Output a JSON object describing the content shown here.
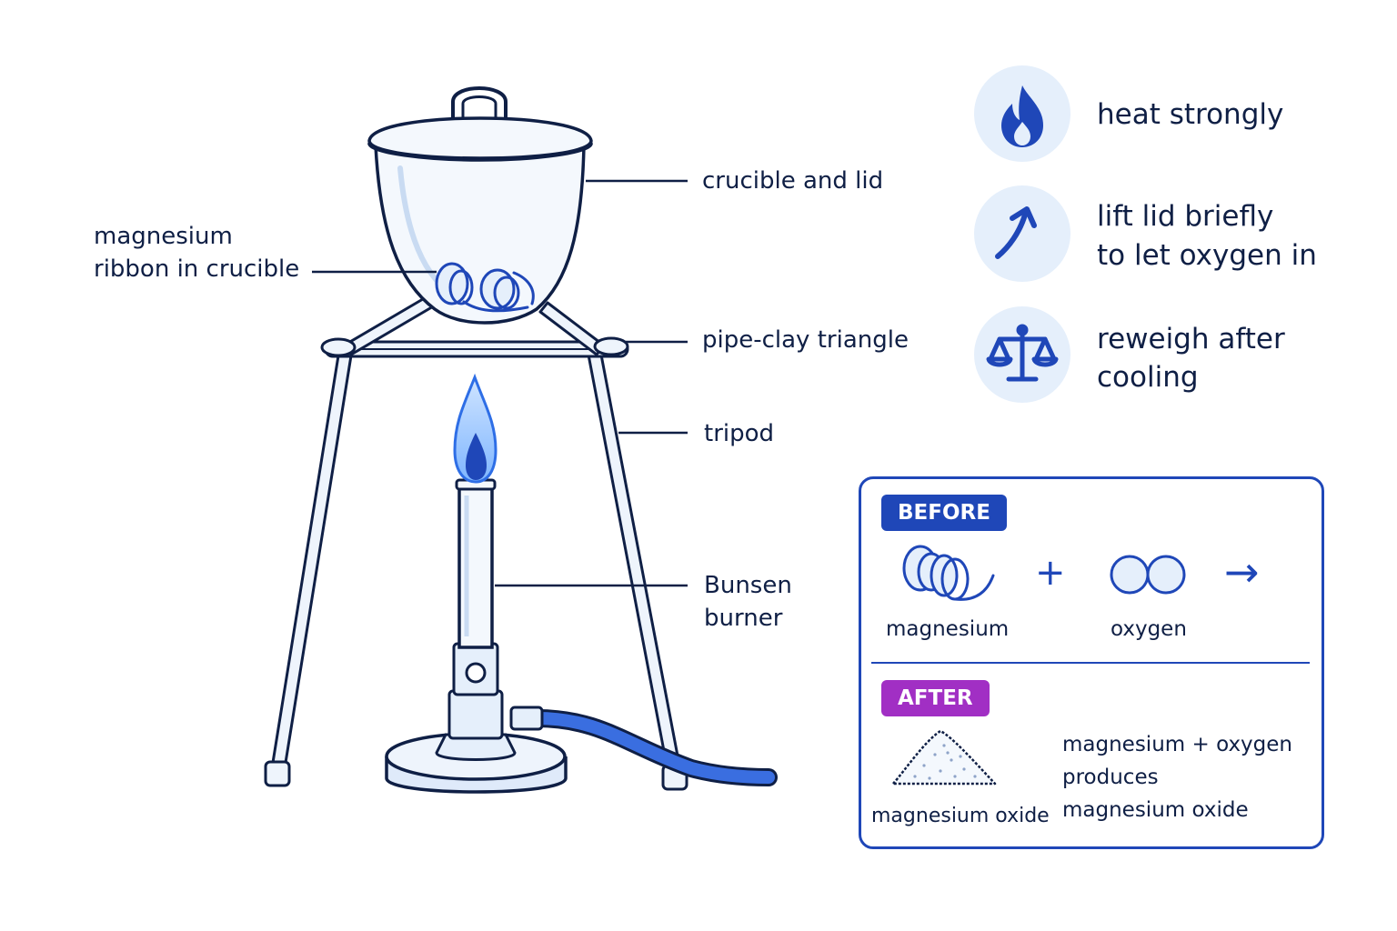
{
  "labels": {
    "crucible": "crucible and lid",
    "ribbon_line1": "magnesium",
    "ribbon_line2": "ribbon in crucible",
    "triangle": "pipe-clay triangle",
    "tripod": "tripod",
    "burner_line1": "Bunsen",
    "burner_line2": "burner"
  },
  "steps": [
    {
      "icon": "flame-icon",
      "lines": [
        "heat strongly"
      ]
    },
    {
      "icon": "curved-arrow-icon",
      "lines": [
        "lift lid briefly",
        "to let oxygen in"
      ]
    },
    {
      "icon": "balance-scale-icon",
      "lines": [
        "reweigh after",
        "cooling"
      ]
    }
  ],
  "before": {
    "badge": "BEFORE",
    "reactant1": "magnesium",
    "plus": "+",
    "reactant2": "oxygen",
    "arrow": "→"
  },
  "after": {
    "badge": "AFTER",
    "product": "magnesium oxide",
    "equation_line1": "magnesium + oxygen",
    "equation_line2": "produces",
    "equation_line3": "magnesium oxide"
  },
  "colors": {
    "ink": "#0f1f45",
    "accent": "#1f47b8",
    "light_blue": "#e5effb",
    "after_badge": "#a12fc4"
  }
}
